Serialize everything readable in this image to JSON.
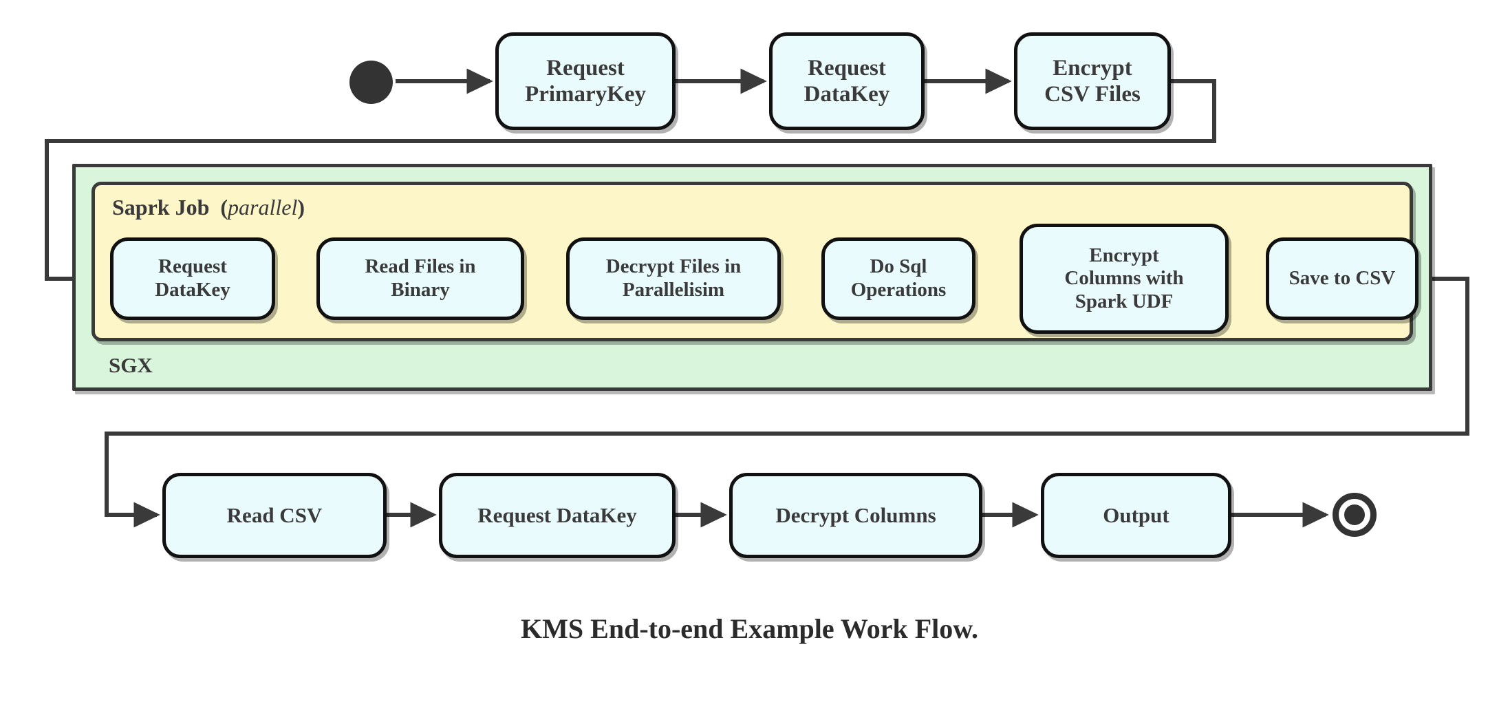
{
  "diagram": {
    "caption": "KMS End-to-end Example Work Flow.",
    "colors": {
      "node_fill": "#e9fbfd",
      "node_stroke": "#111111",
      "sgx_fill": "#d9f5dc",
      "spark_fill": "#fdf6c8",
      "group_stroke": "#3a3a3a",
      "text": "#3a3a3a",
      "connector": "#3a3a3a",
      "terminal": "#333333"
    },
    "start_node": {
      "name": "start"
    },
    "end_node": {
      "name": "end"
    },
    "groups": [
      {
        "id": "sgx",
        "label": "SGX",
        "label_suffix": ""
      },
      {
        "id": "spark",
        "label": "Saprk Job",
        "label_suffix": "(parallel)",
        "label_italic_part": "parallel"
      }
    ],
    "rows": {
      "top": {
        "nodes": [
          {
            "id": "request-primarykey",
            "lines": [
              "Request",
              "PrimaryKey"
            ]
          },
          {
            "id": "request-datakey-top",
            "lines": [
              "Request",
              "DataKey"
            ]
          },
          {
            "id": "encrypt-csv-files",
            "lines": [
              "Encrypt",
              "CSV Files"
            ]
          }
        ]
      },
      "spark": {
        "nodes": [
          {
            "id": "request-datakey-spark",
            "lines": [
              "Request",
              "DataKey"
            ]
          },
          {
            "id": "read-files-in-binary",
            "lines": [
              "Read Files in",
              "Binary"
            ]
          },
          {
            "id": "decrypt-files-in-parallelisim",
            "lines": [
              "Decrypt Files in",
              "Parallelisim"
            ]
          },
          {
            "id": "do-sql-operations",
            "lines": [
              "Do Sql",
              "Operations"
            ]
          },
          {
            "id": "encrypt-columns-with-spark-udf",
            "lines": [
              "Encrypt",
              "Columns with",
              "Spark UDF"
            ]
          },
          {
            "id": "save-to-csv",
            "lines": [
              "Save to CSV"
            ]
          }
        ]
      },
      "bottom": {
        "nodes": [
          {
            "id": "read-csv",
            "lines": [
              "Read CSV"
            ]
          },
          {
            "id": "request-datakey-bottom",
            "lines": [
              "Request DataKey"
            ]
          },
          {
            "id": "decrypt-columns",
            "lines": [
              "Decrypt Columns"
            ]
          },
          {
            "id": "output",
            "lines": [
              "Output"
            ]
          }
        ]
      }
    }
  }
}
